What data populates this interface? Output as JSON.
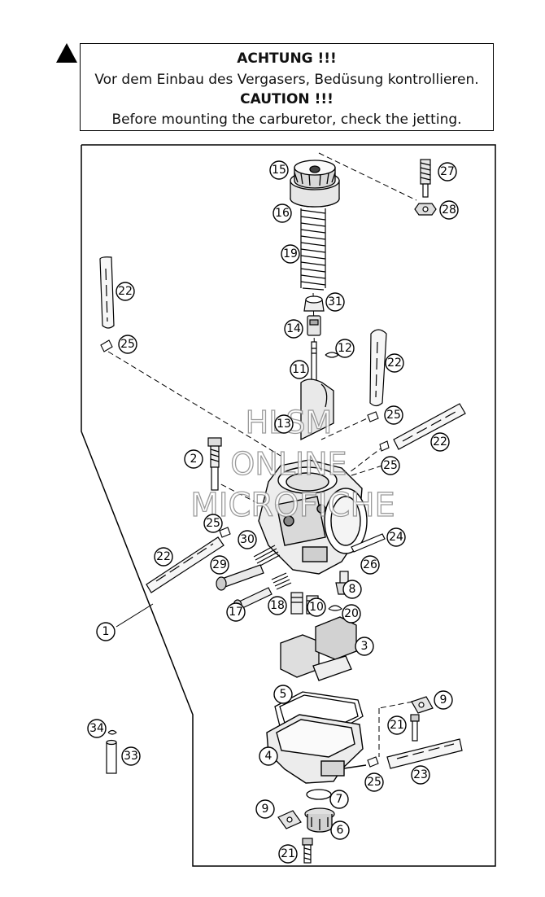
{
  "warning": {
    "heading_de": "ACHTUNG !!!",
    "text_de": "Vor dem Einbau des Vergasers, Bedüsung kontrollieren.",
    "heading_en": "CAUTION !!!",
    "text_en": "Before mounting the carburetor, check the jetting.",
    "icon": "warning-triangle-icon"
  },
  "watermark": {
    "line1": "HLSM",
    "line2": "ONLINE",
    "line3": "MICROFICHE"
  },
  "callouts": [
    {
      "id": "c15",
      "num": "15"
    },
    {
      "id": "c27",
      "num": "27"
    },
    {
      "id": "c16",
      "num": "16"
    },
    {
      "id": "c28",
      "num": "28"
    },
    {
      "id": "c19",
      "num": "19"
    },
    {
      "id": "c22a",
      "num": "22"
    },
    {
      "id": "c31",
      "num": "31"
    },
    {
      "id": "c25a",
      "num": "25"
    },
    {
      "id": "c14",
      "num": "14"
    },
    {
      "id": "c12",
      "num": "12"
    },
    {
      "id": "c22b",
      "num": "22"
    },
    {
      "id": "c11",
      "num": "11"
    },
    {
      "id": "c13",
      "num": "13"
    },
    {
      "id": "c25b",
      "num": "25"
    },
    {
      "id": "c22c",
      "num": "22"
    },
    {
      "id": "c2",
      "num": "2"
    },
    {
      "id": "c25c",
      "num": "25"
    },
    {
      "id": "c25d",
      "num": "25"
    },
    {
      "id": "c30",
      "num": "30"
    },
    {
      "id": "c24",
      "num": "24"
    },
    {
      "id": "c22d",
      "num": "22"
    },
    {
      "id": "c29",
      "num": "29"
    },
    {
      "id": "c26",
      "num": "26"
    },
    {
      "id": "c8",
      "num": "8"
    },
    {
      "id": "c17",
      "num": "17"
    },
    {
      "id": "c18",
      "num": "18"
    },
    {
      "id": "c10",
      "num": "10"
    },
    {
      "id": "c20",
      "num": "20"
    },
    {
      "id": "c1",
      "num": "1"
    },
    {
      "id": "c3",
      "num": "3"
    },
    {
      "id": "c5",
      "num": "5"
    },
    {
      "id": "c9a",
      "num": "9"
    },
    {
      "id": "c34",
      "num": "34"
    },
    {
      "id": "c21a",
      "num": "21"
    },
    {
      "id": "c4",
      "num": "4"
    },
    {
      "id": "c33",
      "num": "33"
    },
    {
      "id": "c23",
      "num": "23"
    },
    {
      "id": "c25e",
      "num": "25"
    },
    {
      "id": "c7",
      "num": "7"
    },
    {
      "id": "c9b",
      "num": "9"
    },
    {
      "id": "c6",
      "num": "6"
    },
    {
      "id": "c21b",
      "num": "21"
    }
  ]
}
